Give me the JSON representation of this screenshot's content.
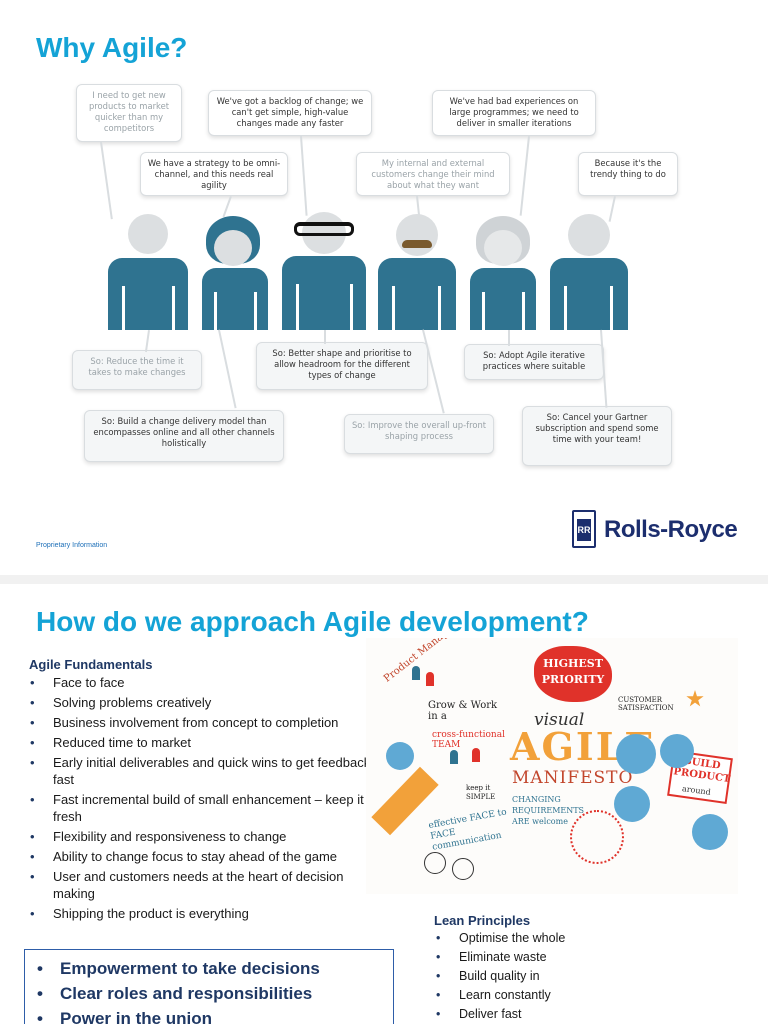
{
  "slide1": {
    "title": "Why Agile?",
    "bubbles_top": [
      {
        "text": "I need to get new products to market quicker than my competitors",
        "faded": true
      },
      {
        "text": "We have a strategy to be omni-channel, and this needs real agility",
        "faded": false
      },
      {
        "text": "We've got a backlog of change; we can't get simple, high-value changes made any faster",
        "faded": false
      },
      {
        "text": "My internal and external customers change their mind about what they want",
        "faded": true
      },
      {
        "text": "We've had bad experiences on large programmes; we need to deliver in smaller iterations",
        "faded": false
      },
      {
        "text": "Because it's the trendy thing to do",
        "faded": false
      }
    ],
    "bubbles_bottom": [
      {
        "text": "So: Reduce the time it takes to make changes",
        "faded": true
      },
      {
        "text": "So: Build a change delivery model than encompasses online and all other channels holistically",
        "faded": false
      },
      {
        "text": "So: Better shape and prioritise to allow headroom for the different types of change",
        "faded": false
      },
      {
        "text": "So: Improve the overall up-front shaping process",
        "faded": true
      },
      {
        "text": "So: Adopt Agile iterative practices where suitable",
        "faded": false
      },
      {
        "text": "So: Cancel your Gartner subscription and spend some time with your team!",
        "faded": false
      }
    ],
    "footer_note": "Proprietary Information",
    "logo_text": "Rolls-Royce",
    "logo_badge": "RR",
    "colors": {
      "title": "#14a3d6",
      "figure": "#2f7390",
      "logo": "#1c2e6e"
    }
  },
  "slide2": {
    "title": "How do we approach Agile development?",
    "fundamentals_heading": "Agile Fundamentals",
    "fundamentals": [
      "Face to face",
      "Solving problems creatively",
      "Business involvement from concept to completion",
      "Reduced time to market",
      "Early initial deliverables and quick wins to get feedback fast",
      "Fast incremental build of small enhancement – keep it fresh",
      "Flexibility and responsiveness to change",
      "Ability to change focus to stay ahead of the game",
      "User and customers needs at the heart of decision making",
      "Shipping the product is everything"
    ],
    "empowerment": [
      "Empowerment to take decisions",
      "Clear roles and responsibilities",
      "Power in the union"
    ],
    "lean_heading": "Lean Principles",
    "lean": [
      "Optimise the whole",
      "Eliminate waste",
      "Build quality in",
      "Learn constantly",
      "Deliver fast"
    ],
    "sketch": {
      "highest_priority": "HIGHEST PRIORITY",
      "visual": "visual",
      "agile": "AGILE",
      "manifesto": "MANIFESTO",
      "grow_work": "Grow & Work in a",
      "team": "cross-functional TEAM",
      "build_product": "BUILD PRODUCT",
      "around": "around",
      "customer_satisfaction": "CUSTOMER SATISFACTION",
      "changing_requirements": "CHANGING REQUIREMENTS ARE welcome",
      "face_to_face": "effective FACE to FACE communication",
      "keep_simple": "keep it SIMPLE",
      "product_managers": "Product Managers & Developers"
    }
  }
}
